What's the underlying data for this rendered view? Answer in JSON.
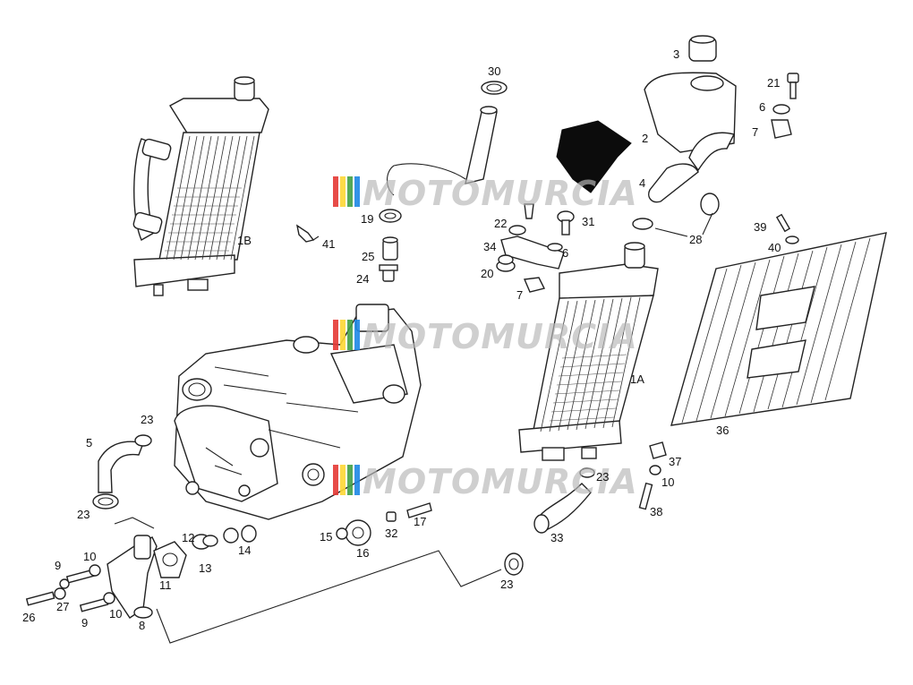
{
  "watermark": {
    "text": "MOTOMURCIA",
    "stripe_colors": [
      "#e53935",
      "#fdd835",
      "#43a047",
      "#1e88e5"
    ]
  },
  "callouts": [
    "1B",
    "41",
    "30",
    "19",
    "25",
    "24",
    "3",
    "2",
    "4",
    "21",
    "6",
    "7",
    "22",
    "31",
    "34",
    "20",
    "28",
    "39",
    "40",
    "1A",
    "36",
    "23",
    "5",
    "37",
    "10",
    "38",
    "33",
    "17",
    "15",
    "32",
    "16",
    "12",
    "13",
    "14",
    "9",
    "11",
    "26",
    "27",
    "8"
  ]
}
